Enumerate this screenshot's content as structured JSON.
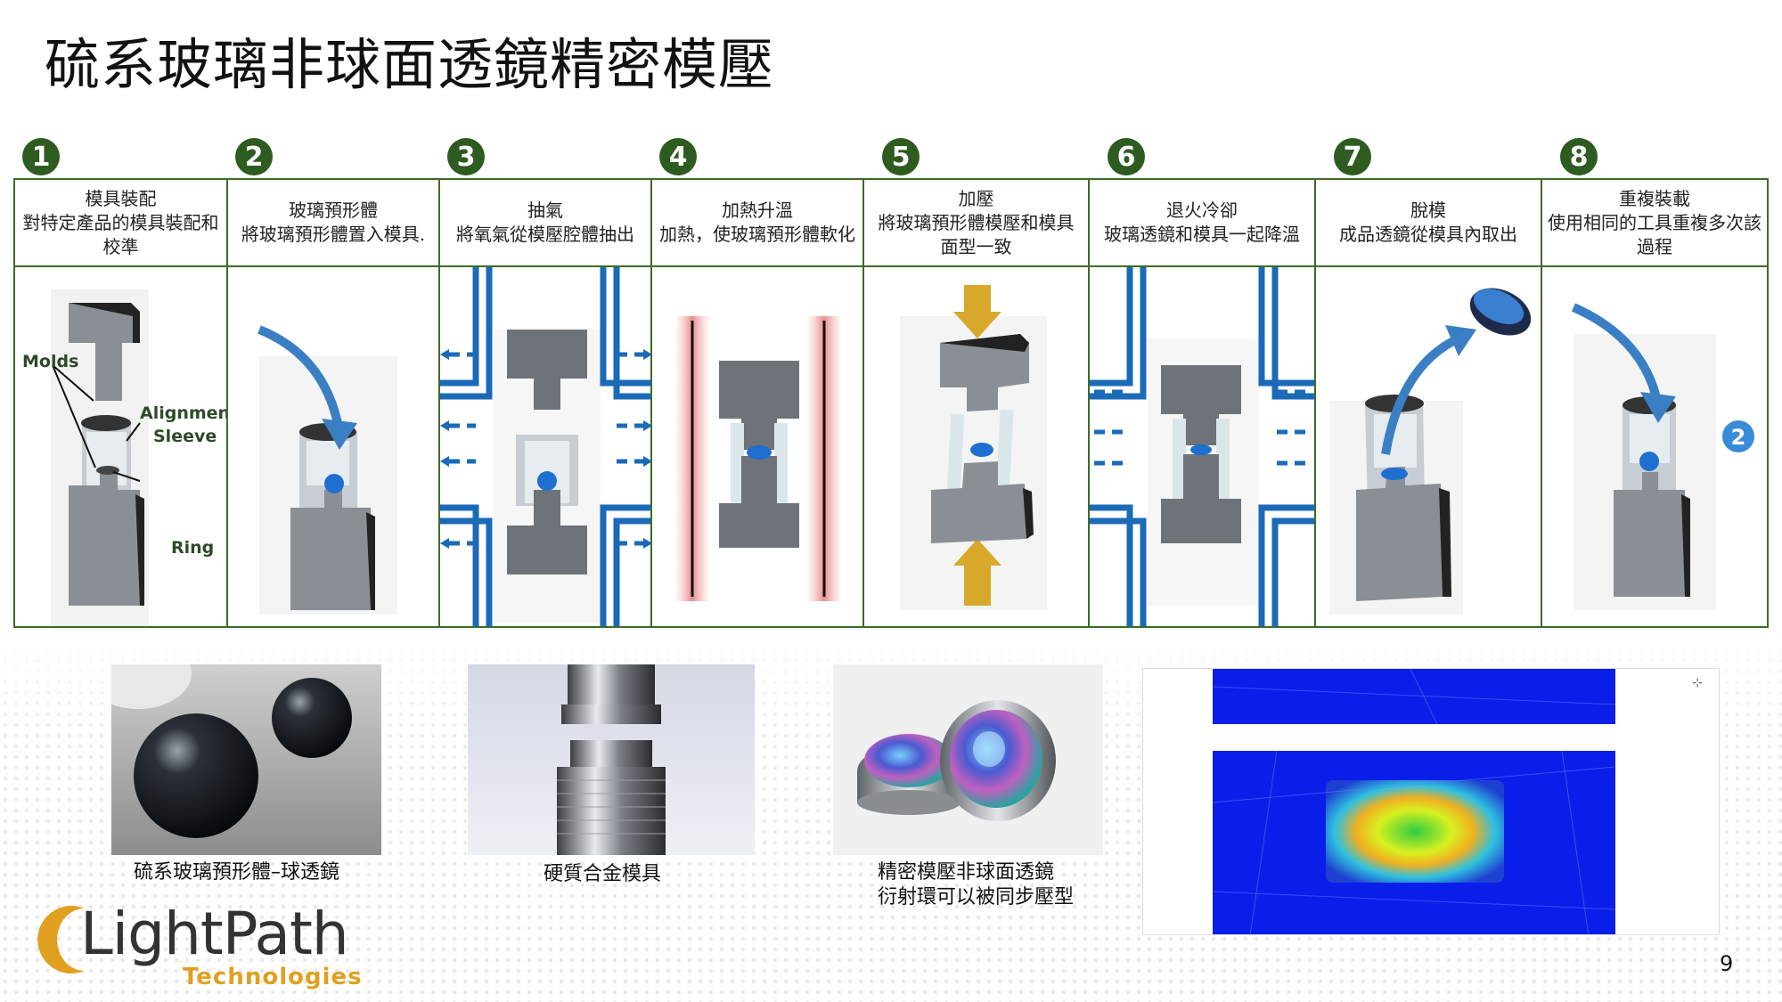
{
  "title": "硫系玻璃非球面透鏡精密模壓",
  "steps": [
    {
      "num": "1",
      "title": "模具裝配",
      "desc": "對特定產品的模具裝配和校準"
    },
    {
      "num": "2",
      "title": "玻璃預形體",
      "desc": "將玻璃預形體置入模具."
    },
    {
      "num": "3",
      "title": "抽氣",
      "desc": "將氧氣從模壓腔體抽出"
    },
    {
      "num": "4",
      "title": "加熱升溫",
      "desc": "加熱，使玻璃預形體軟化"
    },
    {
      "num": "5",
      "title": "加壓",
      "desc": "將玻璃預形體模壓和模具面型一致"
    },
    {
      "num": "6",
      "title": "退火冷卻",
      "desc": "玻璃透鏡和模具一起降溫"
    },
    {
      "num": "7",
      "title": "脫模",
      "desc": "成品透鏡從模具內取出"
    },
    {
      "num": "8",
      "title": "重複裝載",
      "desc": "使用相同的工具重複多次該過程"
    }
  ],
  "diagram_labels": {
    "molds": "Molds",
    "alignment": "Alignment",
    "sleeve": "Sleeve",
    "ring": "Ring",
    "repeat_marker": "2"
  },
  "captions": {
    "photo1": "硫系玻璃預形體–球透鏡",
    "photo2": "硬質合金模具",
    "photo3_line1": "精密模壓非球面透鏡",
    "photo3_line2": "衍射環可以被同步壓型"
  },
  "logo": {
    "main": "LightPath",
    "sub": "Technologies"
  },
  "page_number": "9",
  "colors": {
    "step_green": "#2e5b1f",
    "border_green": "#3d6b2a",
    "arrow_blue": "#3a7fc4",
    "lens_blue": "#1e6fd0",
    "pipe_blue": "#1a6ab8"
  }
}
